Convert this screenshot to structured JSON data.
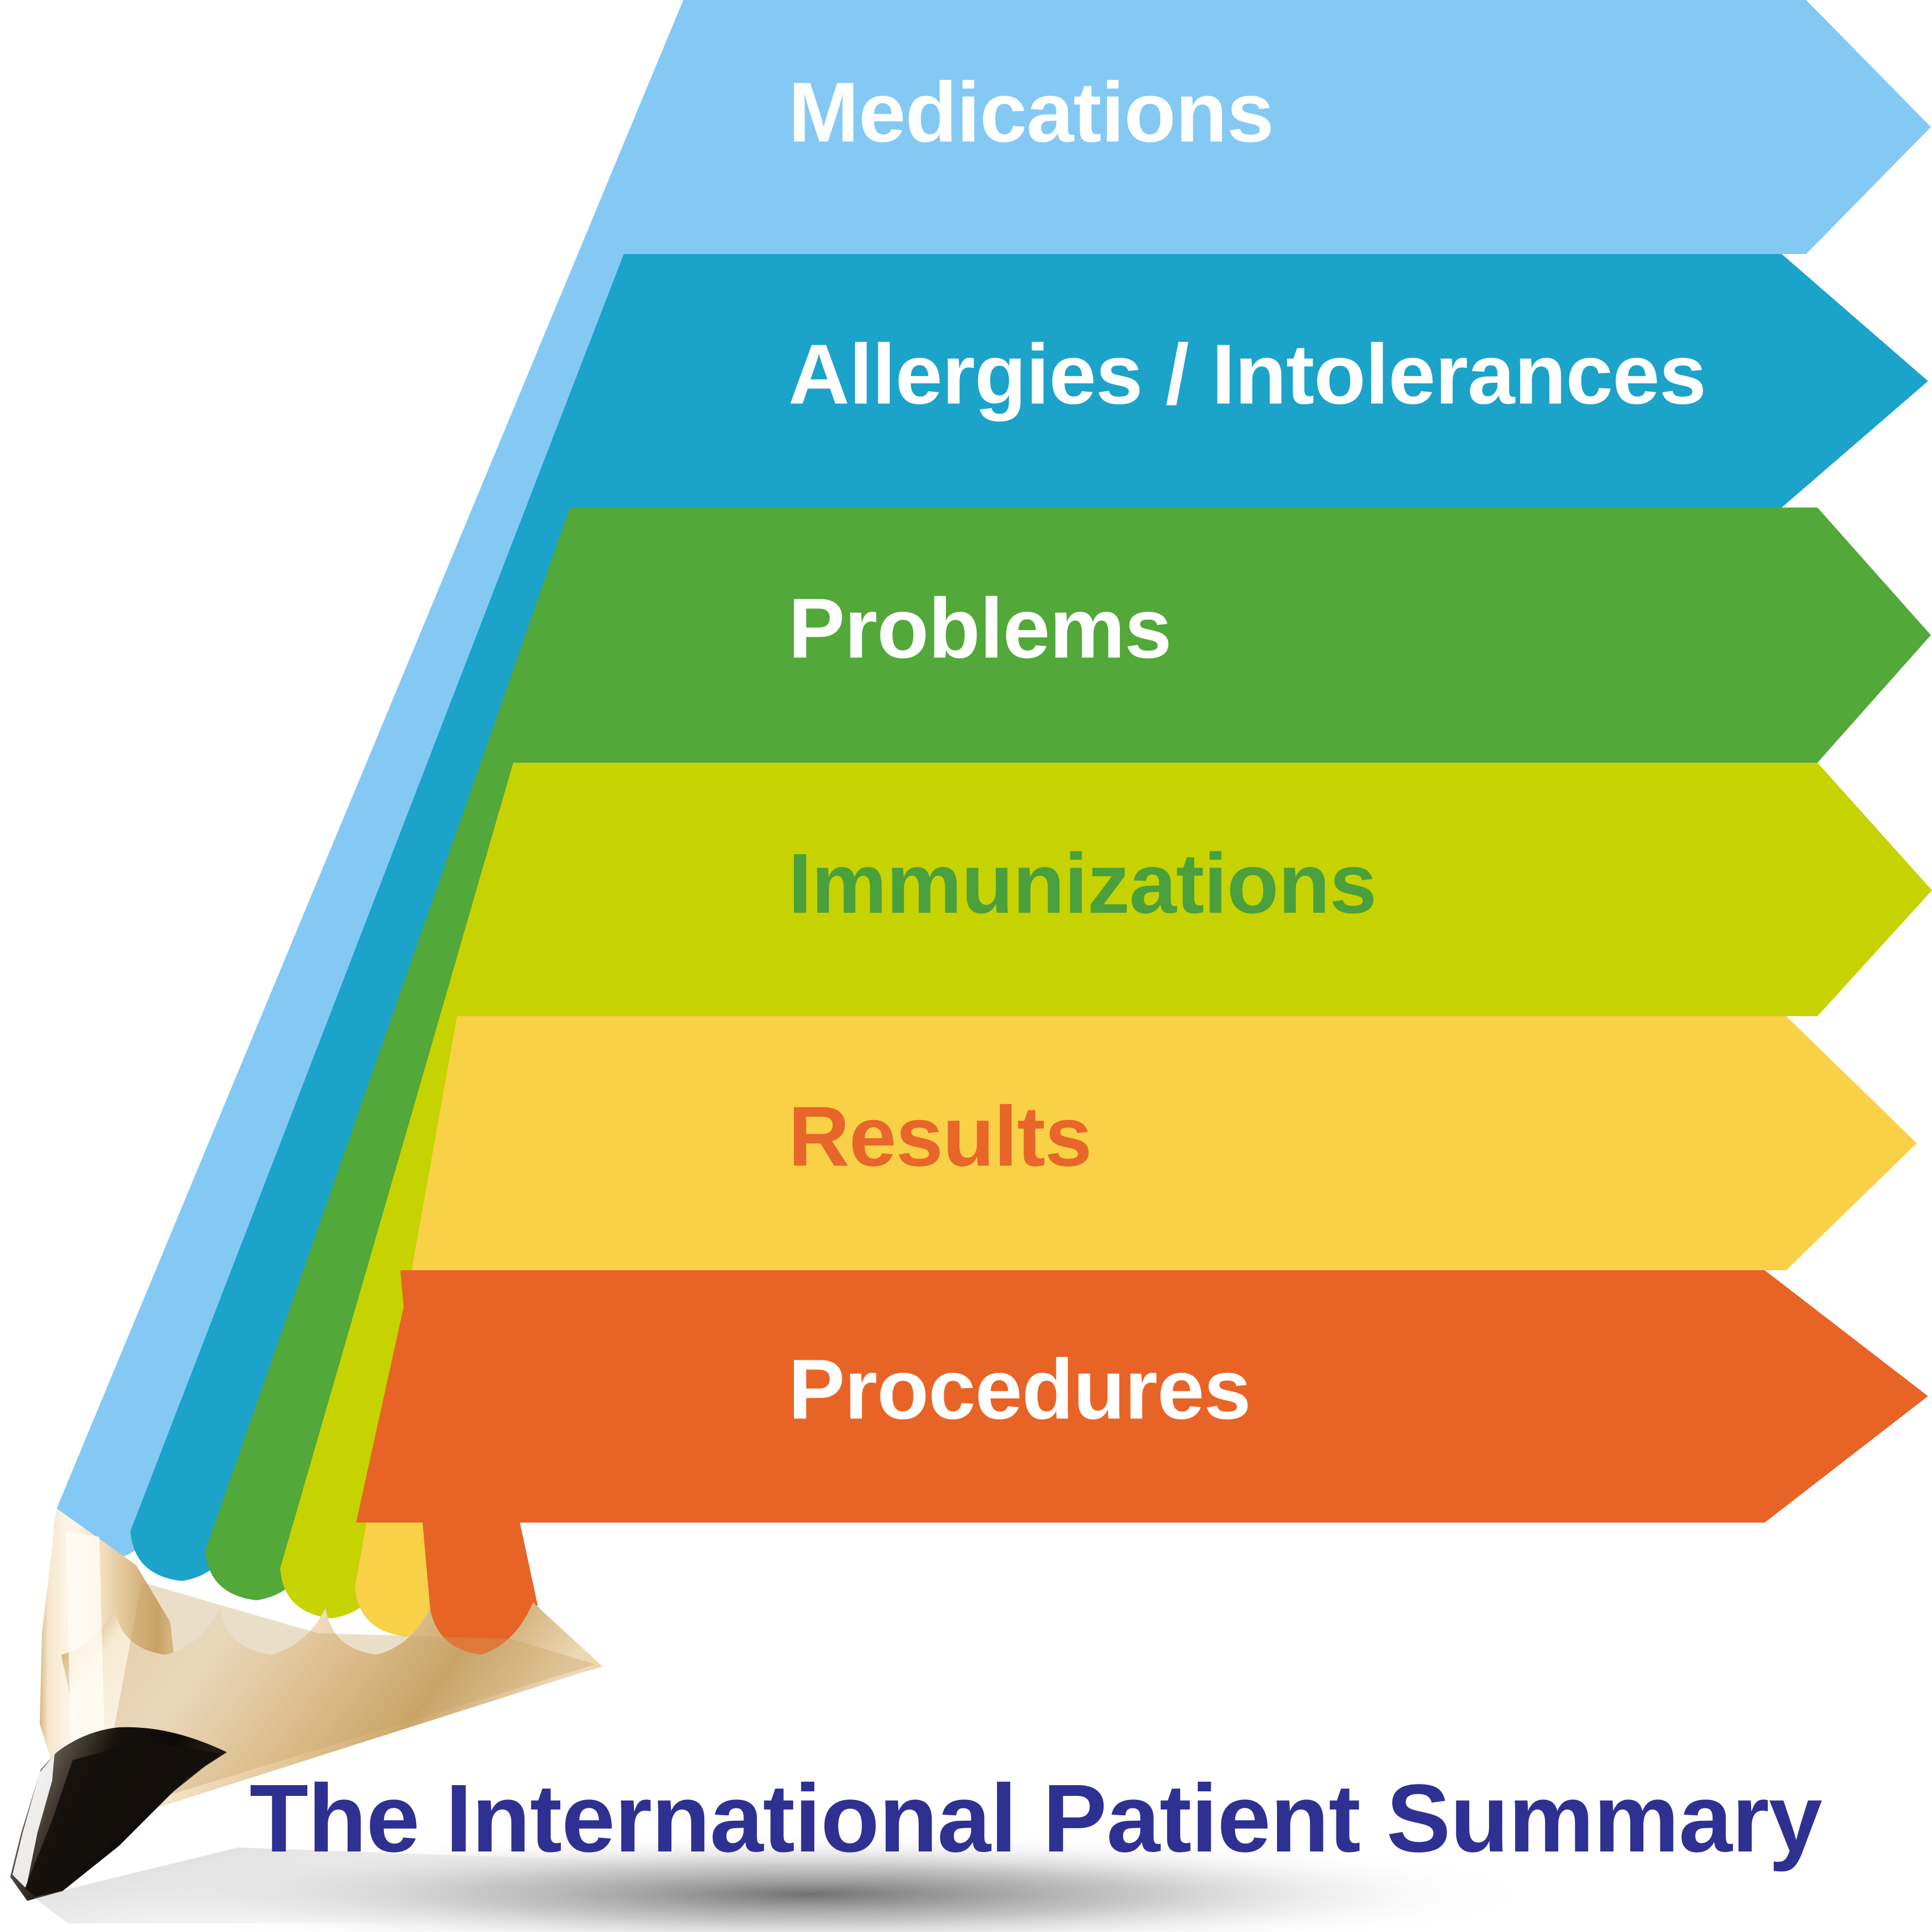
{
  "graphic": {
    "type": "colored-pencil-banner-diagram",
    "background_color": "#ffffff",
    "footer_title": "The International Patient Summary",
    "footer_title_color": "#2E3192"
  },
  "bands": [
    {
      "label": "Medications",
      "fill": "#83C9F4",
      "text_color": "#ffffff",
      "lead_fill": "#83C9F4",
      "order": 1
    },
    {
      "label": "Allergies / Intolerances",
      "fill": "#1BA3CA",
      "text_color": "#ffffff",
      "lead_fill": "#1BA3CA",
      "order": 2
    },
    {
      "label": "Problems",
      "fill": "#52A838",
      "text_color": "#ffffff",
      "lead_fill": "#52A838",
      "order": 3
    },
    {
      "label": "Immunizations",
      "fill": "#C6D300",
      "text_color": "#4AA03C",
      "lead_fill": "#C6D300",
      "order": 4
    },
    {
      "label": "Results",
      "fill": "#F8D146",
      "text_color": "#E8662A",
      "lead_fill": "#F8D146",
      "order": 5
    },
    {
      "label": "Procedures",
      "fill": "#E86426",
      "text_color": "#ffffff",
      "lead_fill": "#E86426",
      "order": 6
    }
  ],
  "pencil": {
    "wood_light": "#FDF3E0",
    "wood_mid": "#E9D3A8",
    "wood_dark": "#C9A86A",
    "graphite_dark": "#1A1410",
    "graphite_light": "#FFFFFF",
    "shadow_color": "#5A5A5A"
  }
}
